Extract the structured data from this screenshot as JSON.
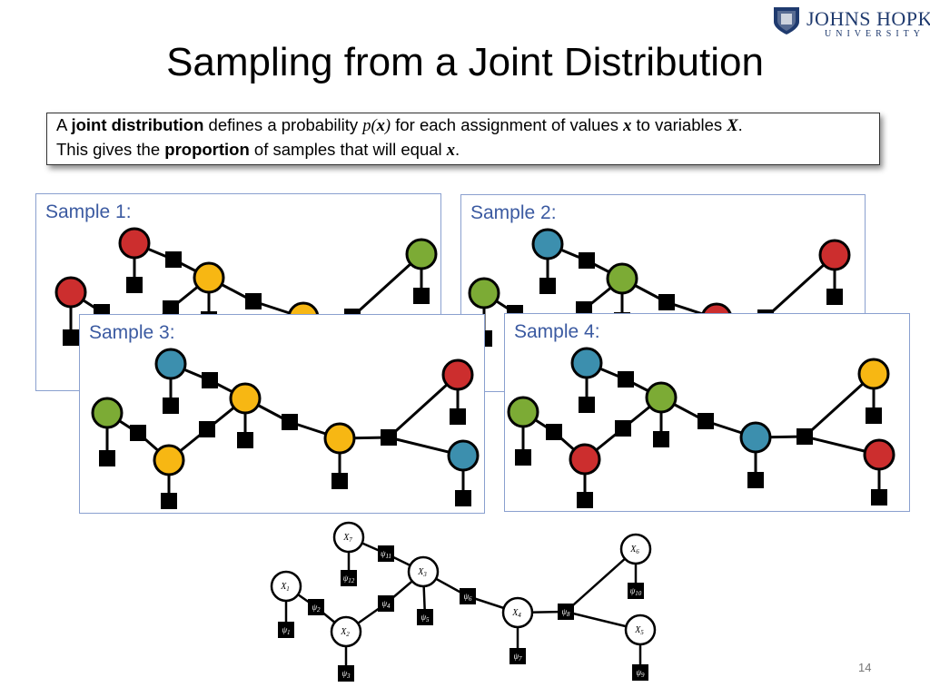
{
  "header": {
    "logo_line1": "JOHNS HOPKINS",
    "logo_line2": "UNIVERSITY"
  },
  "slide": {
    "title": "Sampling from a Joint Distribution",
    "page_number": "14"
  },
  "definition": {
    "line1": [
      "A ",
      "joint distribution",
      " defines a probability ",
      "p(",
      "x",
      ")",
      " for each assignment of values ",
      "x",
      " to variables ",
      "X",
      "."
    ],
    "line2": [
      "This gives the ",
      "proportion",
      " of samples that will equal ",
      "x",
      "."
    ]
  },
  "samples": [
    {
      "label": "Sample 1:",
      "colors": {
        "X1": "red",
        "X2": "green",
        "X3": "yellow",
        "X4": "yellow",
        "X5": "green",
        "X6": "green",
        "X7": "red"
      }
    },
    {
      "label": "Sample 2:",
      "colors": {
        "X1": "green",
        "X2": "green",
        "X3": "green",
        "X4": "red",
        "X5": "green",
        "X6": "red",
        "X7": "teal"
      }
    },
    {
      "label": "Sample 3:",
      "colors": {
        "X1": "green",
        "X2": "yellow",
        "X3": "yellow",
        "X4": "yellow",
        "X5": "teal",
        "X6": "red",
        "X7": "teal"
      }
    },
    {
      "label": "Sample 4:",
      "colors": {
        "X1": "green",
        "X2": "red",
        "X3": "green",
        "X4": "teal",
        "X5": "red",
        "X6": "yellow",
        "X7": "teal"
      }
    }
  ],
  "palette": {
    "red": "#cc2e2e",
    "green": "#7cab35",
    "yellow": "#f7b713",
    "teal": "#3c8fae",
    "factor": "#000000",
    "panel_border": "#8aa0cf",
    "label_color": "#3b5aa1"
  },
  "factor_graph": {
    "variables": [
      {
        "id": "X1",
        "name": "X",
        "sub": "1"
      },
      {
        "id": "X2",
        "name": "X",
        "sub": "2"
      },
      {
        "id": "X3",
        "name": "X",
        "sub": "3"
      },
      {
        "id": "X4",
        "name": "X",
        "sub": "4"
      },
      {
        "id": "X5",
        "name": "X",
        "sub": "5"
      },
      {
        "id": "X6",
        "name": "X",
        "sub": "6"
      },
      {
        "id": "X7",
        "name": "X",
        "sub": "7"
      }
    ],
    "factors": [
      {
        "id": "psi1",
        "name": "ψ",
        "sub": "1"
      },
      {
        "id": "psi2",
        "name": "ψ",
        "sub": "2"
      },
      {
        "id": "psi3",
        "name": "ψ",
        "sub": "3"
      },
      {
        "id": "psi4",
        "name": "ψ",
        "sub": "4"
      },
      {
        "id": "psi5",
        "name": "ψ",
        "sub": "5"
      },
      {
        "id": "psi6",
        "name": "ψ",
        "sub": "6"
      },
      {
        "id": "psi7",
        "name": "ψ",
        "sub": "7"
      },
      {
        "id": "psi8",
        "name": "ψ",
        "sub": "8"
      },
      {
        "id": "psi9",
        "name": "ψ",
        "sub": "9"
      },
      {
        "id": "psi10",
        "name": "ψ",
        "sub": "10"
      },
      {
        "id": "psi11",
        "name": "ψ",
        "sub": "11"
      },
      {
        "id": "psi12",
        "name": "ψ",
        "sub": "12"
      }
    ]
  }
}
